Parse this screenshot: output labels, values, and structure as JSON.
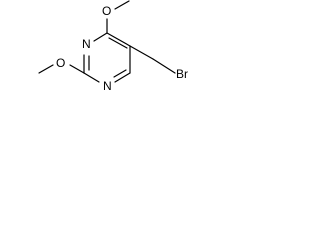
{
  "molecule": {
    "atoms": {
      "n_top": "N",
      "n_bottom": "N",
      "o_top": "O",
      "o_left": "O",
      "br": "Br"
    }
  }
}
